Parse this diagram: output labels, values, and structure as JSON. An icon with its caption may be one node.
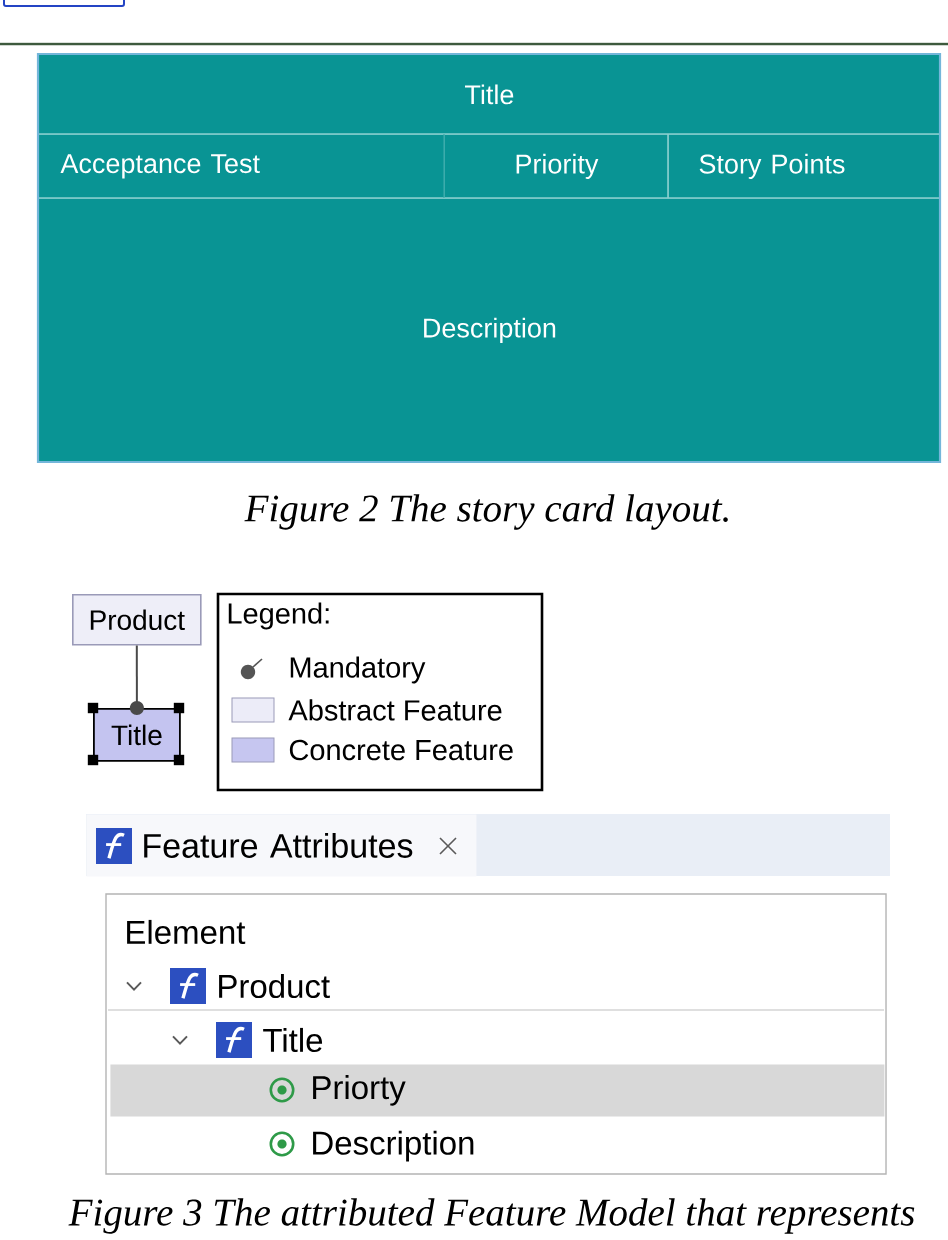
{
  "diagram": {
    "nodes": [
      {
        "text": [
          "Title"
        ]
      },
      {
        "text": [
          "Acceptance Test"
        ]
      },
      {
        "text": [
          "Priority"
        ]
      },
      {
        "text": [
          "Story Points"
        ]
      },
      {
        "text": [
          "Description"
        ]
      },
      {
        "text": [
          "Product"
        ]
      },
      {
        "text": [
          "Title"
        ]
      }
    ],
    "edges": [
      {
        "from": 5,
        "to": 6,
        "arrow": "other"
      }
    ],
    "labels": [
      "Figure 2 The story card layout.",
      "Legend:",
      "Feature Attributes",
      "Element",
      "Product",
      "Title",
      "Priorty",
      "Description",
      "Figure 3 The attributed Feature Model that represents"
    ],
    "legend": [
      {
        "text": "Mandatory"
      },
      {
        "text": "Abstract Feature",
        "color": "#ececf8"
      },
      {
        "text": "Concrete Feature",
        "color": "#c6c6f0"
      }
    ]
  }
}
